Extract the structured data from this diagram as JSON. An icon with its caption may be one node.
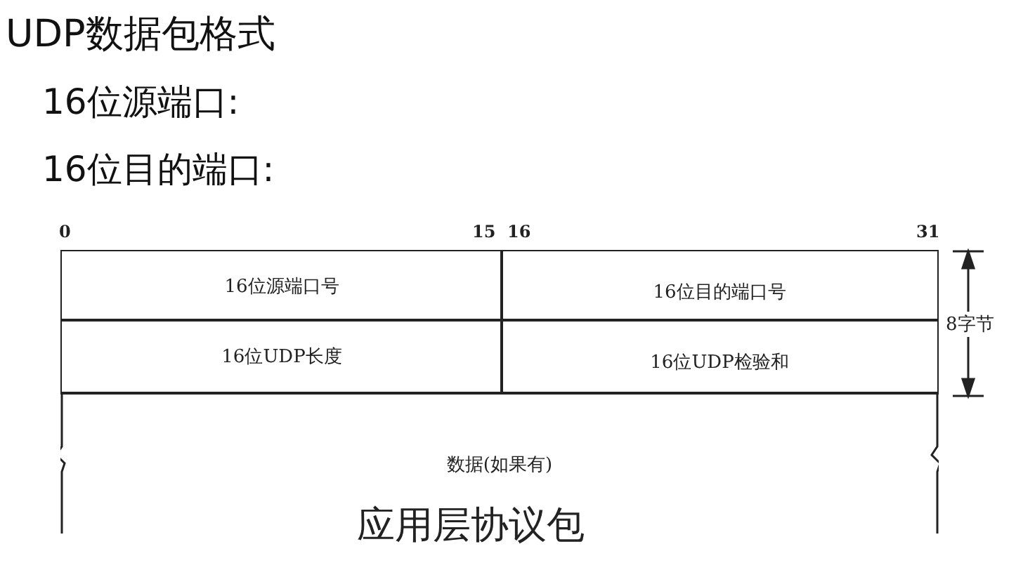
{
  "diagram": {
    "title": "UDP数据包格式",
    "nodes": [
      {
        "text": [
          "16位源端口号"
        ]
      },
      {
        "text": [
          "16位目的端口号"
        ]
      },
      {
        "text": [
          "16位UDP长度"
        ]
      },
      {
        "text": [
          "16位UDP检验和"
        ]
      },
      {
        "text": [
          "数据(如果有)"
        ]
      }
    ],
    "labels": [
      "16位源端口:",
      "16位目的端口:",
      "0",
      "15",
      "16",
      "31",
      "8字节",
      "应用层协议包"
    ]
  }
}
